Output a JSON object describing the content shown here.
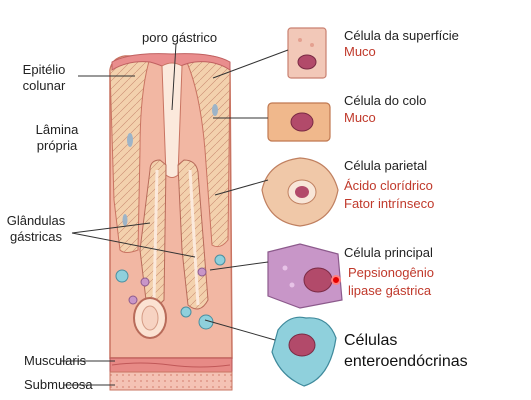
{
  "labels": {
    "poro_gastrico": "poro gástrico",
    "epitelio_colunar": [
      "Epitélio",
      "colunar"
    ],
    "lamina_propria": [
      "Lâmina",
      "própria"
    ],
    "glandulas_gastricas": [
      "Glândulas",
      "gástricas"
    ],
    "muscularis": "Muscularis",
    "submucosa": "Submucosa"
  },
  "cells": [
    {
      "name": "Célula da superfície",
      "secretions": [
        "Muco"
      ]
    },
    {
      "name": "Célula do colo",
      "secretions": [
        "Muco"
      ]
    },
    {
      "name": "Célula parietal",
      "secretions": [
        "Ácido clorídrico",
        "Fator intrínseco"
      ]
    },
    {
      "name": "Célula principal",
      "secretions": [
        "Pepsionogênio",
        "lipase gástrica"
      ]
    },
    {
      "name": "Células enteroendócrinas",
      "name_lines": [
        "Células",
        "enteroendócrinas"
      ],
      "secretions": []
    }
  ],
  "colors": {
    "tissue": "#f2b9a6",
    "tissue_dark": "#d98572",
    "epithelium": "#f3cfa9",
    "parietal": "#f0c8a8",
    "chief": "#c896c8",
    "enteroendocrine": "#8fd0dc",
    "secretion_text": "#c0392b",
    "marker": "#e60000"
  }
}
